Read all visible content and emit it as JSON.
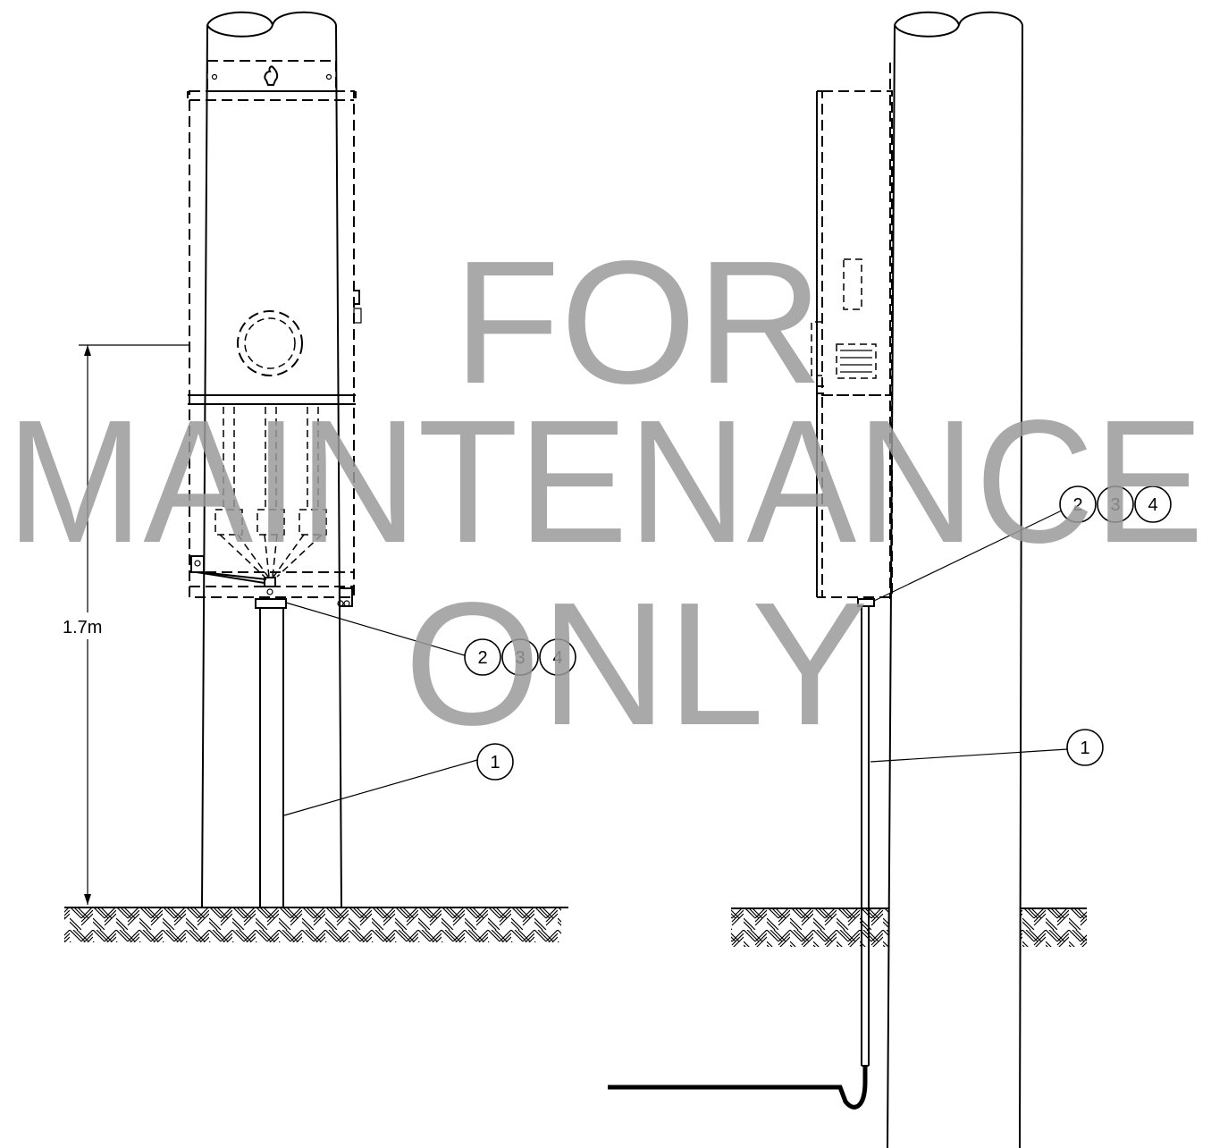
{
  "watermark": {
    "line1": "FOR",
    "line2": "MAINTENANCE",
    "line3": "ONLY",
    "color": "#9a9a9a"
  },
  "dimension": {
    "height_label": "1.7m"
  },
  "callouts": {
    "front_view": {
      "conduit": "1",
      "fitting_a": "2",
      "fitting_b": "3",
      "fitting_c": "4"
    },
    "side_view": {
      "conduit": "1",
      "fitting_a": "2",
      "fitting_b": "3",
      "fitting_c": "4"
    }
  }
}
